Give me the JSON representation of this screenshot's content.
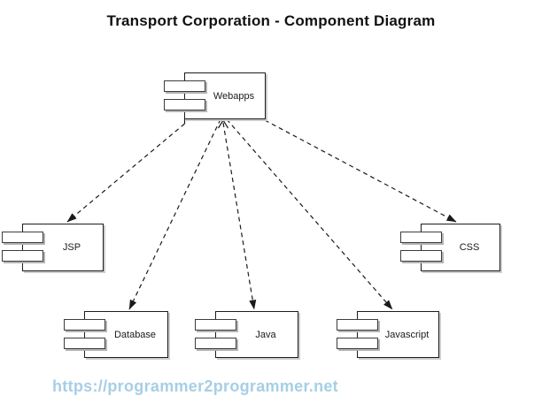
{
  "page": {
    "title": "Transport Corporation - Component Diagram",
    "watermark": "https://programmer2programmer.net"
  },
  "diagram": {
    "type": "uml-component-diagram",
    "components": [
      {
        "id": "webapps",
        "label": "Webapps"
      },
      {
        "id": "jsp",
        "label": "JSP"
      },
      {
        "id": "css",
        "label": "CSS"
      },
      {
        "id": "database",
        "label": "Database"
      },
      {
        "id": "java",
        "label": "Java"
      },
      {
        "id": "javascript",
        "label": "Javascript"
      }
    ],
    "connections": [
      {
        "from": "Webapps",
        "to": "JSP",
        "line": "dashed",
        "arrowhead": "filled"
      },
      {
        "from": "Webapps",
        "to": "Database",
        "line": "dashed",
        "arrowhead": "filled"
      },
      {
        "from": "Webapps",
        "to": "Java",
        "line": "dashed",
        "arrowhead": "filled",
        "back_arrowhead": "open"
      },
      {
        "from": "Webapps",
        "to": "Javascript",
        "line": "dashed",
        "arrowhead": "filled"
      },
      {
        "from": "Webapps",
        "to": "CSS",
        "line": "dashed",
        "arrowhead": "filled"
      }
    ]
  },
  "colors": {
    "title_text": "#111111",
    "line": "#1a1a1a",
    "box_border": "#1c1c1c",
    "box_fill": "#ffffff",
    "tab_shadow": "#b3b3b3",
    "watermark_text": "#a6cfe5",
    "background": "#ffffff"
  }
}
